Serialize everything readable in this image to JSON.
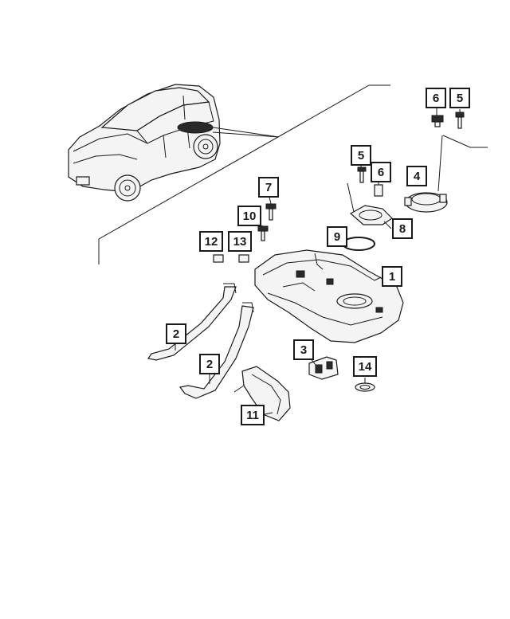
{
  "diagram": {
    "callouts": [
      {
        "id": "c6a",
        "label": "6"
      },
      {
        "id": "c5a",
        "label": "5"
      },
      {
        "id": "c5b",
        "label": "5"
      },
      {
        "id": "c6b",
        "label": "6"
      },
      {
        "id": "c4",
        "label": "4"
      },
      {
        "id": "c7",
        "label": "7"
      },
      {
        "id": "c10",
        "label": "10"
      },
      {
        "id": "c12",
        "label": "12"
      },
      {
        "id": "c13",
        "label": "13"
      },
      {
        "id": "c9",
        "label": "9"
      },
      {
        "id": "c8",
        "label": "8"
      },
      {
        "id": "c1",
        "label": "1"
      },
      {
        "id": "c2a",
        "label": "2"
      },
      {
        "id": "c3",
        "label": "3"
      },
      {
        "id": "c14",
        "label": "14"
      },
      {
        "id": "c2b",
        "label": "2"
      },
      {
        "id": "c11",
        "label": "11"
      }
    ]
  }
}
